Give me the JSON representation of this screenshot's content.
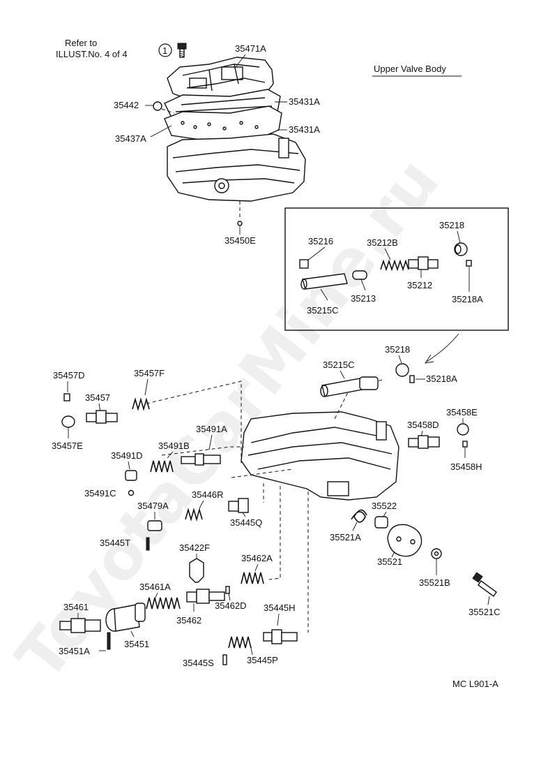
{
  "header": {
    "refer_line1": "Refer to",
    "refer_line2": "ILLUST.No. 4 of 4",
    "refer_circle": "1",
    "section_title": "Upper Valve Body"
  },
  "footer": {
    "code": "MC L901-A"
  },
  "watermark": "ToyotaCarMine.ru",
  "labels": {
    "p35471A": "35471A",
    "p35442": "35442",
    "p35431A_1": "35431A",
    "p35437A": "35437A",
    "p35431A_2": "35431A",
    "p35450E": "35450E",
    "p35218_box": "35218",
    "p35216": "35216",
    "p35212B": "35212B",
    "p35212": "35212",
    "p35218A_box": "35218A",
    "p35215C_box": "35215C",
    "p35213": "35213",
    "p35218": "35218",
    "p35215C": "35215C",
    "p35218A": "35218A",
    "p35457D": "35457D",
    "p35457F": "35457F",
    "p35457": "35457",
    "p35457E": "35457E",
    "p35491A": "35491A",
    "p35491B": "35491B",
    "p35491D": "35491D",
    "p35491C": "35491C",
    "p35479A": "35479A",
    "p35446R": "35446R",
    "p35445Q": "35445Q",
    "p35445T": "35445T",
    "p35422F": "35422F",
    "p35462A": "35462A",
    "p35461A": "35461A",
    "p35461": "35461",
    "p35462D": "35462D",
    "p35462": "35462",
    "p35451": "35451",
    "p35451A": "35451A",
    "p35445H": "35445H",
    "p35445S": "35445S",
    "p35445P": "35445P",
    "p35458E": "35458E",
    "p35458D": "35458D",
    "p35458H": "35458H",
    "p35522": "35522",
    "p35521A": "35521A",
    "p35521": "35521",
    "p35521B": "35521B",
    "p35521C": "35521C"
  }
}
